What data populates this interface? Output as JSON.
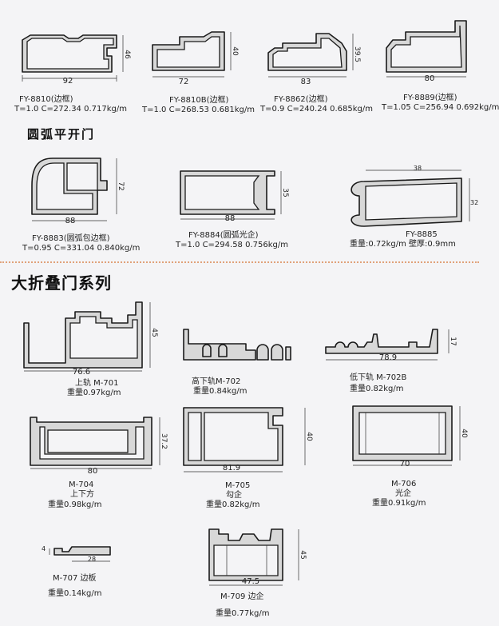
{
  "sections": {
    "arc_door": "圆弧平开门",
    "folding_door": "大折叠门系列"
  },
  "profiles": [
    {
      "model": "FY-8810(边框)",
      "spec": "T=1.0 C=272.34 0.717kg/m",
      "width": "92",
      "height": "46"
    },
    {
      "model": "FY-8810B(边框)",
      "spec": "T=1.0 C=268.53 0.681kg/m",
      "width": "72",
      "height": "40"
    },
    {
      "model": "FY-8862(边框)",
      "spec": "T=0.9 C=240.24 0.685kg/m",
      "width": "83",
      "height": "39.5"
    },
    {
      "model": "FY-8889(边框)",
      "spec": "T=1.05 C=256.94 0.692kg/m",
      "width": "80",
      "height": ""
    },
    {
      "model": "FY-8883(圆弧包边框)",
      "spec": "T=0.95 C=331.04 0.840kg/m",
      "width": "88",
      "height": "72"
    },
    {
      "model": "FY-8884(圆弧光企)",
      "spec": "T=1.0 C=294.58 0.756kg/m",
      "width": "88",
      "height": "35"
    },
    {
      "model": "FY-8885",
      "spec": "重量:0.72kg/m 壁厚:0.9mm",
      "width": "38",
      "height": "32"
    },
    {
      "model": "上轨 M-701",
      "spec": "重量0.97kg/m",
      "width": "76.6",
      "height": "45"
    },
    {
      "model": "高下轨M-702",
      "spec": "重量0.84kg/m",
      "width": "",
      "height": ""
    },
    {
      "model": "低下轨 M-702B",
      "spec": "重量0.82kg/m",
      "width": "78.9",
      "height": "17"
    },
    {
      "model": "M-704",
      "sub": "上下方",
      "spec": "重量0.98kg/m",
      "width": "80",
      "height": "37.2"
    },
    {
      "model": "M-705",
      "sub": "勾企",
      "spec": "重量0.82kg/m",
      "width": "81.9",
      "height": "40"
    },
    {
      "model": "M-706",
      "sub": "光企",
      "spec": "重量0.91kg/m",
      "width": "70",
      "height": "40"
    },
    {
      "model": "M-707 边板",
      "spec": "重量0.14kg/m",
      "width": "28",
      "height": "4"
    },
    {
      "model": "M-709 边企",
      "spec": "重量0.77kg/m",
      "width": "47.5",
      "height": "45"
    }
  ]
}
